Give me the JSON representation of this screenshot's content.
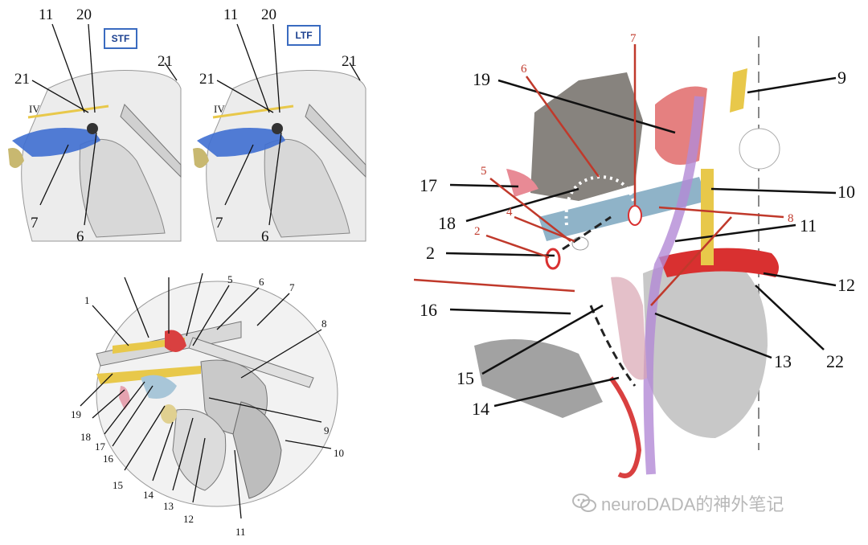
{
  "panel_a": {
    "labels": [
      "11",
      "20",
      "21",
      "21",
      "IV",
      "7",
      "6"
    ],
    "badge": "STF"
  },
  "panel_b": {
    "labels": [
      "11",
      "20",
      "21",
      "21",
      "IV",
      "7",
      "6"
    ],
    "badge": "LTF"
  },
  "panel_c": {
    "labels": [
      "1",
      "5",
      "6",
      "7",
      "8",
      "19",
      "18",
      "17",
      "16",
      "15",
      "14",
      "13",
      "12",
      "11",
      "10",
      "9"
    ]
  },
  "panel_d": {
    "labels": [
      "19",
      "17",
      "18",
      "2",
      "16",
      "15",
      "14",
      "9",
      "10",
      "11",
      "12",
      "13",
      "22"
    ],
    "red_labels": [
      "6",
      "7",
      "5",
      "4",
      "2",
      "8"
    ]
  },
  "watermark": {
    "text": "neuroDADA的神外笔记",
    "icon": "wechat-logo-icon"
  },
  "colors": {
    "red_label": "#c0392b",
    "badge_border": "#3a6bc0",
    "yellow_nerve": "#e8c84a",
    "blue_tentorium": "#3f6fd1",
    "purple_nerve": "#b389d6",
    "artery_red": "#d94040"
  }
}
